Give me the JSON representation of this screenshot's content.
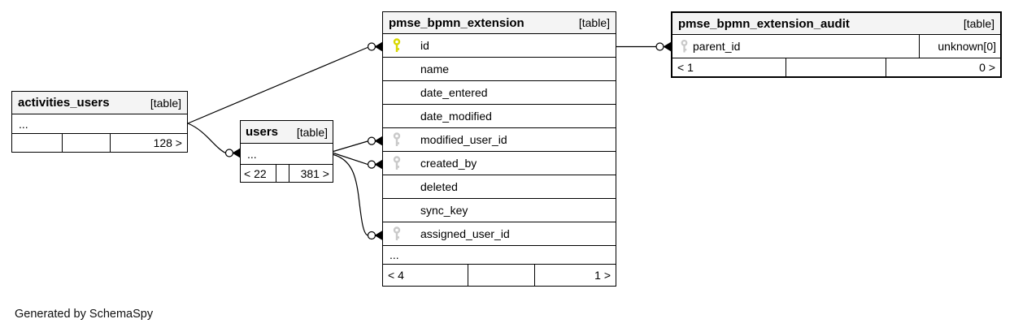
{
  "page": {
    "background": "#ffffff",
    "generator_note": "Generated by SchemaSpy"
  },
  "colors": {
    "primary_key_icon": "#d8d800",
    "foreign_key_icon": "#c9c9c9",
    "table_header_bg": "#f4f4f4",
    "border": "#000000"
  },
  "tables": {
    "activities_users": {
      "name": "activities_users",
      "tag": "[table]",
      "ellipsis": "...",
      "footer": [
        "",
        "",
        "128 >"
      ]
    },
    "users": {
      "name": "users",
      "tag": "[table]",
      "ellipsis": "...",
      "footer": [
        "< 22",
        "",
        "381 >"
      ]
    },
    "pmse_bpmn_extension": {
      "name": "pmse_bpmn_extension",
      "tag": "[table]",
      "columns": [
        {
          "name": "id",
          "icon": "primary-key"
        },
        {
          "name": "name",
          "icon": ""
        },
        {
          "name": "date_entered",
          "icon": ""
        },
        {
          "name": "date_modified",
          "icon": ""
        },
        {
          "name": "modified_user_id",
          "icon": "foreign-key"
        },
        {
          "name": "created_by",
          "icon": "foreign-key"
        },
        {
          "name": "deleted",
          "icon": ""
        },
        {
          "name": "sync_key",
          "icon": ""
        },
        {
          "name": "assigned_user_id",
          "icon": "foreign-key"
        }
      ],
      "ellipsis": "...",
      "footer": [
        "< 4",
        "",
        "1 >"
      ]
    },
    "pmse_bpmn_extension_audit": {
      "name": "pmse_bpmn_extension_audit",
      "tag": "[table]",
      "columns": [
        {
          "name": "parent_id",
          "icon": "foreign-key",
          "type": "unknown[0]"
        }
      ],
      "footer": [
        "< 1",
        "",
        "0 >"
      ]
    }
  }
}
